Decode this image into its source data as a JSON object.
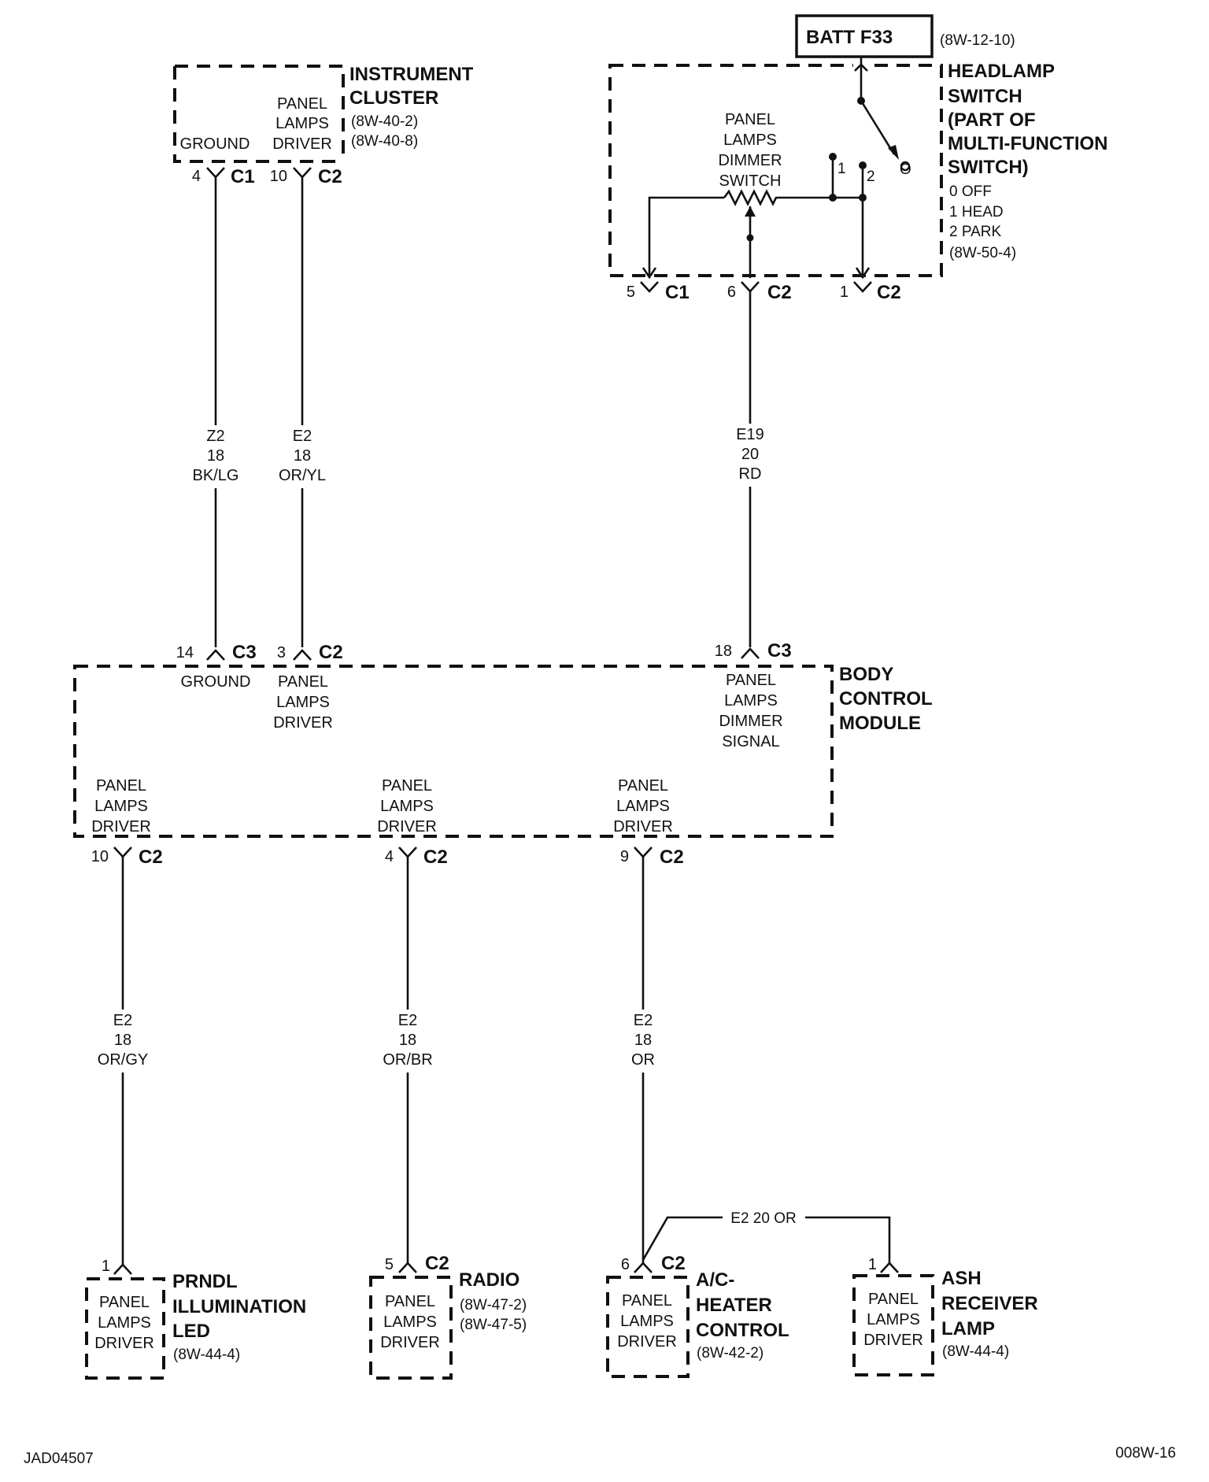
{
  "fuse": {
    "label": "BATT F33",
    "ref": "(8W-12-10)"
  },
  "instrument_cluster": {
    "title_lines": [
      "INSTRUMENT",
      "CLUSTER"
    ],
    "refs": [
      "(8W-40-2)",
      "(8W-40-8)"
    ],
    "pin_ground": "GROUND",
    "pin_driver_lines": [
      "PANEL",
      "LAMPS",
      "DRIVER"
    ],
    "conn_ground": {
      "pin": "4",
      "conn": "C1"
    },
    "conn_driver": {
      "pin": "10",
      "conn": "C2"
    }
  },
  "headlamp_switch": {
    "title_lines": [
      "HEADLAMP",
      "SWITCH",
      "(PART OF",
      "MULTI-FUNCTION",
      "SWITCH)"
    ],
    "positions": [
      "0 OFF",
      "1 HEAD",
      "2 PARK"
    ],
    "ref": "(8W-50-4)",
    "dimmer_lines": [
      "PANEL",
      "LAMPS",
      "DIMMER",
      "SWITCH"
    ],
    "contact_1": "1",
    "contact_2": "2",
    "contact_0": "O",
    "conn_a": {
      "pin": "5",
      "conn": "C1"
    },
    "conn_b": {
      "pin": "6",
      "conn": "C2"
    },
    "conn_c": {
      "pin": "1",
      "conn": "C2"
    }
  },
  "wires_upper": {
    "ground": [
      "Z2",
      "18",
      "BK/LG"
    ],
    "driver": [
      "E2",
      "18",
      "OR/YL"
    ],
    "dimmer": [
      "E19",
      "20",
      "RD"
    ]
  },
  "bcm": {
    "title_lines": [
      "BODY",
      "CONTROL",
      "MODULE"
    ],
    "top_ground": {
      "pin": "14",
      "conn": "C3",
      "label": "GROUND"
    },
    "top_driver": {
      "pin": "3",
      "conn": "C2",
      "lines": [
        "PANEL",
        "LAMPS",
        "DRIVER"
      ]
    },
    "top_dimmer": {
      "pin": "18",
      "conn": "C3",
      "lines": [
        "PANEL",
        "LAMPS",
        "DIMMER",
        "SIGNAL"
      ]
    },
    "bottom": [
      {
        "pin": "10",
        "conn": "C2",
        "lines": [
          "PANEL",
          "LAMPS",
          "DRIVER"
        ]
      },
      {
        "pin": "4",
        "conn": "C2",
        "lines": [
          "PANEL",
          "LAMPS",
          "DRIVER"
        ]
      },
      {
        "pin": "9",
        "conn": "C2",
        "lines": [
          "PANEL",
          "LAMPS",
          "DRIVER"
        ]
      }
    ]
  },
  "wires_lower": [
    [
      "E2",
      "18",
      "OR/GY"
    ],
    [
      "E2",
      "18",
      "OR/BR"
    ],
    [
      "E2",
      "18",
      "OR"
    ]
  ],
  "splice_label": "E2   20 OR",
  "loads": [
    {
      "pin": "1",
      "conn": "",
      "inner": [
        "PANEL",
        "LAMPS",
        "DRIVER"
      ],
      "title_lines": [
        "PRNDL",
        "ILLUMINATION",
        "LED"
      ],
      "refs": [
        "(8W-44-4)"
      ]
    },
    {
      "pin": "5",
      "conn": "C2",
      "inner": [
        "PANEL",
        "LAMPS",
        "DRIVER"
      ],
      "title_lines": [
        "RADIO"
      ],
      "refs": [
        "(8W-47-2)",
        "(8W-47-5)"
      ]
    },
    {
      "pin": "6",
      "conn": "C2",
      "inner": [
        "PANEL",
        "LAMPS",
        "DRIVER"
      ],
      "title_lines": [
        "A/C-",
        "HEATER",
        "CONTROL"
      ],
      "refs": [
        "(8W-42-2)"
      ]
    },
    {
      "pin": "1",
      "conn": "",
      "inner": [
        "PANEL",
        "LAMPS",
        "DRIVER"
      ],
      "title_lines": [
        "ASH",
        "RECEIVER",
        "LAMP"
      ],
      "refs": [
        "(8W-44-4)"
      ]
    }
  ],
  "footer": {
    "left": "JAD04507",
    "right": "008W-16"
  }
}
